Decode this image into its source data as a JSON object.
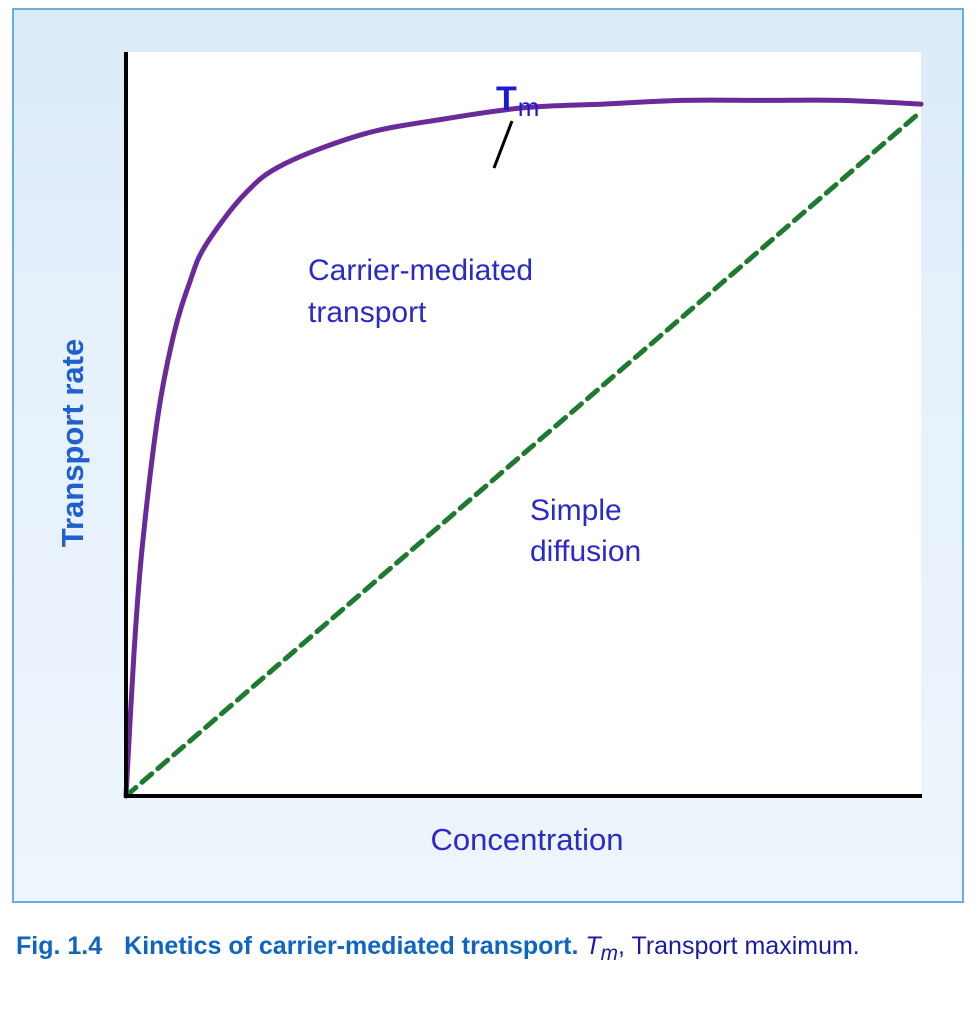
{
  "chart_data": {
    "type": "line",
    "title": "",
    "xlabel": "Concentration",
    "ylabel": "Transport rate",
    "xlim": [
      0,
      1
    ],
    "ylim": [
      0,
      1
    ],
    "grid": false,
    "series": [
      {
        "name": "Carrier-mediated transport",
        "style": "solid",
        "color": "#6b2a9a",
        "x": [
          0,
          0.01,
          0.02,
          0.04,
          0.06,
          0.08,
          0.1,
          0.15,
          0.2,
          0.3,
          0.4,
          0.5,
          0.6,
          0.7,
          0.8,
          0.9,
          1.0
        ],
        "y": [
          0,
          0.19,
          0.33,
          0.51,
          0.62,
          0.69,
          0.74,
          0.81,
          0.85,
          0.89,
          0.91,
          0.925,
          0.93,
          0.935,
          0.935,
          0.935,
          0.93
        ]
      },
      {
        "name": "Simple diffusion",
        "style": "dashed",
        "color": "#1e7a2e",
        "x": [
          0,
          1
        ],
        "y": [
          0,
          0.92
        ]
      }
    ],
    "annotations": [
      {
        "id": "tm",
        "text": "T",
        "sub": "m",
        "color": "#1a1ad4"
      },
      {
        "id": "carrier",
        "lines": [
          "Carrier-mediated",
          "transport"
        ],
        "color": "#2a2ac8"
      },
      {
        "id": "diffusion",
        "lines": [
          "Simple",
          "diffusion"
        ],
        "color": "#2a2ac8"
      }
    ],
    "axis_label_colors": {
      "x": "#2a2ac8",
      "y": "#1f5fd0"
    }
  },
  "caption": {
    "number": "Fig. 1.4",
    "title": "Kinetics of carrier-mediated transport.",
    "symbol": "T",
    "symbol_sub": "m",
    "rest": ", Transport maximum."
  }
}
